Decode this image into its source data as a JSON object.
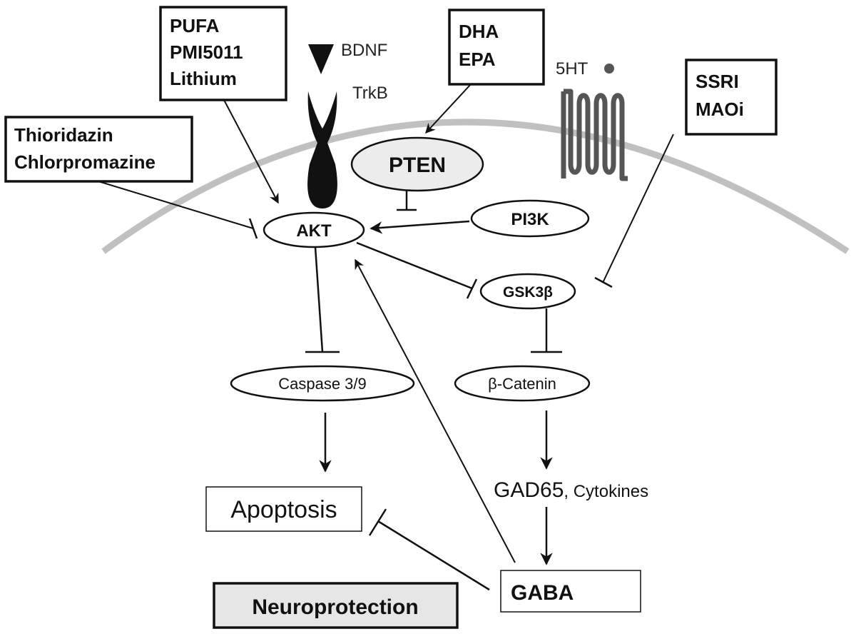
{
  "drugs": {
    "pufa_group": [
      "PUFA",
      "PMI5011",
      "Lithium"
    ],
    "antipsychotic_group": [
      "Thioridazin",
      "Chlorpromazine"
    ],
    "dha_group": [
      "DHA",
      "EPA"
    ],
    "ssri_group": [
      "SSRI",
      "MAOi"
    ]
  },
  "receptors": {
    "bdnf": "BDNF",
    "trkb": "TrkB",
    "serotonin": "5HT"
  },
  "nodes": {
    "pten": "PTEN",
    "akt": "AKT",
    "pi3k": "PI3K",
    "gsk3b": "GSK3β",
    "caspase": "Caspase 3/9",
    "catenin": "β-Catenin",
    "gad65": "GAD65",
    "cytokines": ", Cytokines",
    "apoptosis": "Apoptosis",
    "gaba": "GABA",
    "neuroprotection": "Neuroprotection"
  },
  "colors": {
    "membrane": "#c0c0c0",
    "pten_fill": "#ececec",
    "receptor_5ht": "#555555",
    "neuroprotection_fill": "#e6e6e6"
  }
}
